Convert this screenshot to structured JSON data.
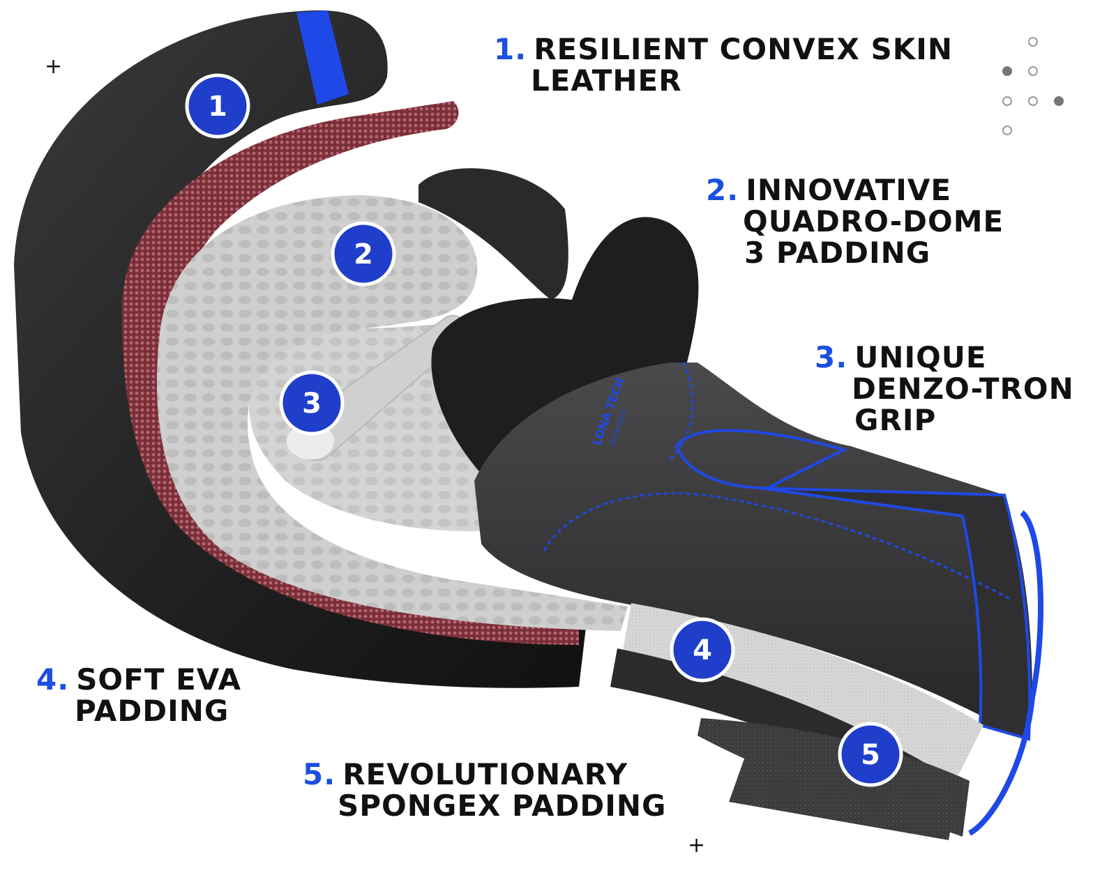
{
  "features": [
    {
      "num": "1.",
      "lines": [
        "RESILIENT CONVEX SKIN",
        "LEATHER"
      ]
    },
    {
      "num": "2.",
      "lines": [
        "INNOVATIVE",
        "QUADRO-DOME",
        "3 PADDING"
      ]
    },
    {
      "num": "3.",
      "lines": [
        "UNIQUE",
        "DENZO-TRON",
        "GRIP"
      ]
    },
    {
      "num": "4.",
      "lines": [
        "SOFT EVA",
        "PADDING"
      ]
    },
    {
      "num": "5.",
      "lines": [
        "REVOLUTIONARY",
        "SPONGEX PADDING"
      ]
    }
  ],
  "badges": [
    "1",
    "2",
    "3",
    "4",
    "5"
  ],
  "glove_print": [
    "LONA TECH",
    "2019-2020"
  ],
  "decor": {
    "plus": "+"
  },
  "colors": {
    "accent": "#1a4fe0",
    "text": "#111111",
    "glove": "#2b2b2d",
    "lining": "#8a3a44",
    "foam": "#d9d9d9"
  }
}
